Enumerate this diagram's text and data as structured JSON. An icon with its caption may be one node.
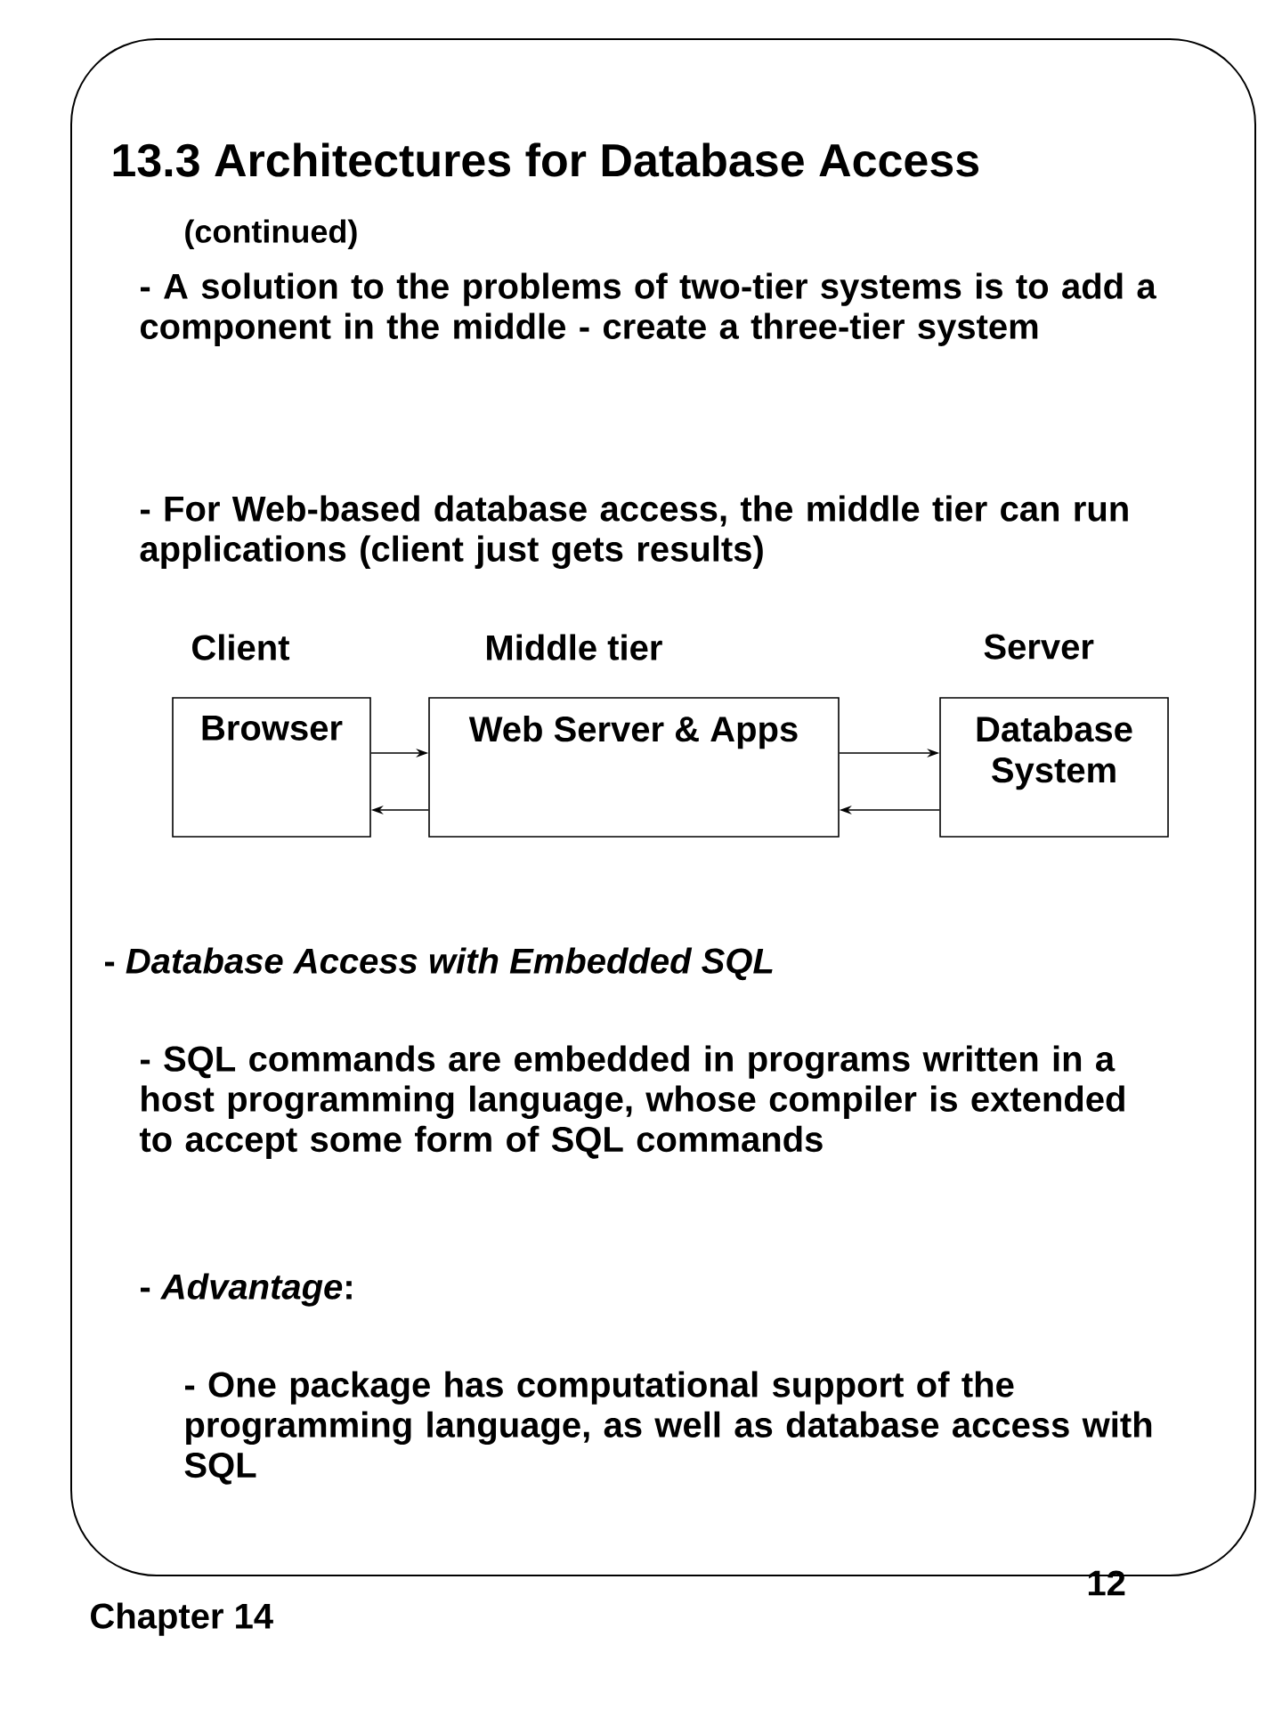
{
  "diagram": {
    "title": "13.3 Architectures for Database Access",
    "nodes": [
      {
        "text": [
          "Browser"
        ]
      },
      {
        "text": [
          "Web Server & Apps"
        ]
      },
      {
        "text": [
          "Database System"
        ]
      }
    ],
    "edges": [
      {
        "from": 0,
        "to": 1,
        "arrow": "to"
      },
      {
        "from": 1,
        "to": 0,
        "arrow": "to"
      },
      {
        "from": 1,
        "to": 2,
        "arrow": "to"
      },
      {
        "from": 2,
        "to": 1,
        "arrow": "to"
      }
    ],
    "labels": [
      "(continued)",
      "- A solution to the problems of two-tier systems is to add a component in the middle - create a three-tier system",
      "- For Web-based database access, the middle tier can run applications (client just gets results)",
      "Client",
      "Middle tier",
      "Server",
      "- *Database Access with Embedded SQL*",
      "- SQL commands are embedded in programs written in a host programming language, whose compiler is extended to accept some form of SQL commands",
      "- *Advantage*:",
      "- One package has computational support of the programming language, as well as database access with SQL",
      "Chapter 14",
      "12"
    ]
  }
}
